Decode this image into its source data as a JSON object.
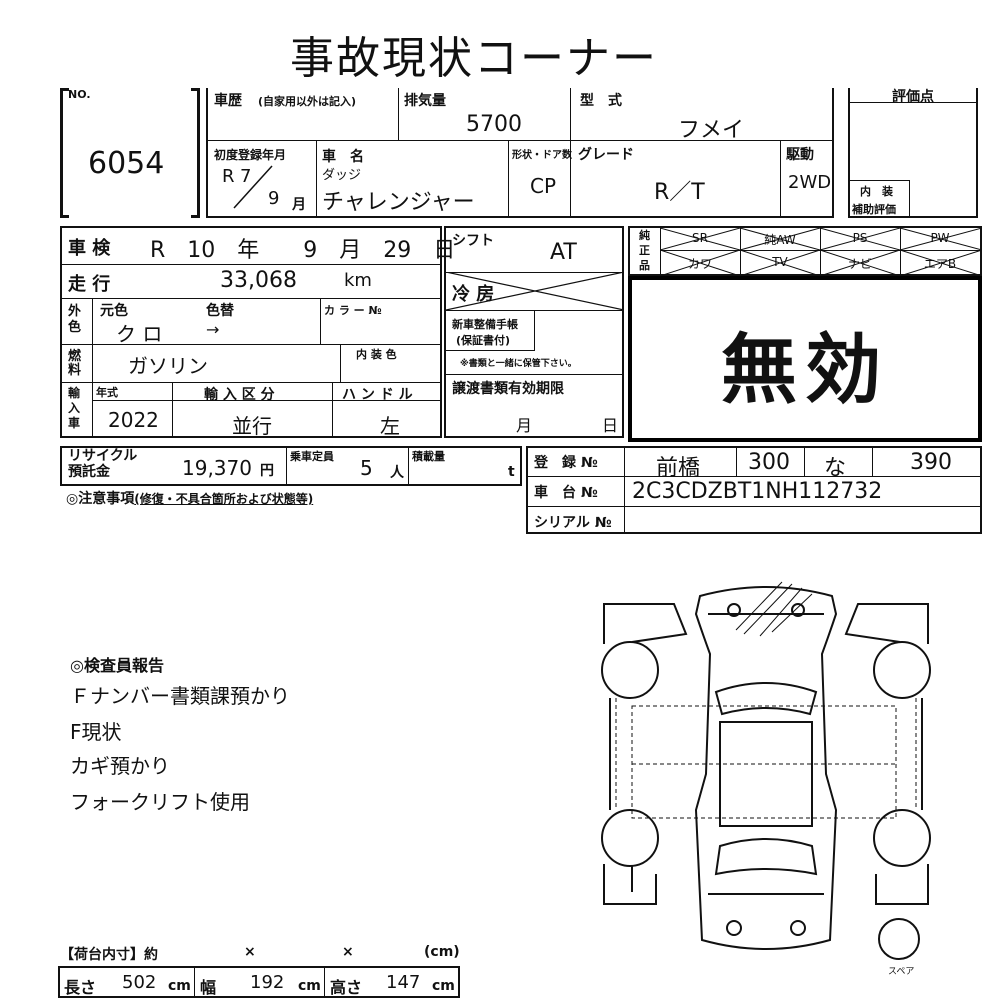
{
  "title": "事故現状コーナー",
  "no_label": "NO.",
  "lot_number": "6054",
  "history_label": "車歴",
  "history_note": "(自家用以外は記入)",
  "displacement_label": "排気量",
  "displacement": "5700",
  "model_label": "型　式",
  "model": "フメイ",
  "rating_label": "評価点",
  "interior_label": "内　装",
  "interior_sub_label": "補助評価",
  "first_reg_label": "初度登録年月",
  "first_reg_era": "R",
  "first_reg_year": "7",
  "first_reg_month": "9",
  "first_reg_month_unit": "月",
  "car_name_label": "車　名",
  "maker": "ダッジ",
  "car_name": "チャレンジャー",
  "shape_label": "形状・ドア数",
  "shape": "CP",
  "grade_label": "グレード",
  "grade": "R／T",
  "drive_label": "駆動",
  "drive": "2WD",
  "inspection_label": "車 検",
  "inspection_date": "R　10　年　　9　月　29　日",
  "shift_label": "シフト",
  "shift": "AT",
  "equip_label": "純正品",
  "equipment_row1": [
    "SR",
    "純AW",
    "PS",
    "PW"
  ],
  "equipment_row2": [
    "カワ",
    "TV",
    "ナビ",
    "エアB"
  ],
  "mileage_label": "走 行",
  "mileage": "33,068",
  "mileage_unit": "km",
  "ac_label": "冷 房",
  "exterior_color_label": "外色",
  "original_color_label": "元色",
  "repaint_label": "色替",
  "original_color": "ク ロ",
  "repaint_value": "→",
  "color_no_label": "カ ラ ー №",
  "fuel_label": "燃料",
  "fuel": "ガソリン",
  "interior_color_label": "内 装 色",
  "maintenance_label": "新車整備手帳",
  "maintenance_sub": "(保証書付)",
  "maintenance_note": "※書類と一緒に保管下さい。",
  "import_label": "輸入車",
  "model_year_label": "年式",
  "model_year": "2022",
  "import_type_label": "輸 入 区 分",
  "import_type": "並行",
  "handle_label": "ハ ン ド ル",
  "handle": "左",
  "transfer_doc_label": "譲渡書類有効期限",
  "transfer_month_unit": "月",
  "transfer_day_unit": "日",
  "invalid_stamp": "無効",
  "recycle_label": "リサイクル預託金",
  "recycle_fee": "19,370",
  "yen_unit": "円",
  "capacity_label": "乗車定員",
  "capacity": "5",
  "capacity_unit": "人",
  "load_label": "積載量",
  "load_unit": "t",
  "registration_label": "登　録 №",
  "reg_area": "前橋",
  "reg_class": "300",
  "reg_kana": "な",
  "reg_number": "390",
  "chassis_label": "車　台 №",
  "chassis_number": "2C3CDZBT1NH112732",
  "serial_label": "シリアル №",
  "notes_label": "◎注意事項",
  "notes_sub": "(修復・不具合箇所および状態等)",
  "report_label": "◎検査員報告",
  "report_lines": [
    "Ｆナンバー書類課預かり",
    "F現状",
    "カギ預かり",
    "フォークリフト使用"
  ],
  "spare_label": "スペア",
  "cargo_label": "【荷台内寸】約",
  "cargo_x1": "×",
  "cargo_x2": "×",
  "cargo_unit": "(cm)",
  "length_label": "長さ",
  "length": "502",
  "width_label": "幅",
  "width": "192",
  "height_label": "高さ",
  "height": "147",
  "cm_unit": "cm"
}
